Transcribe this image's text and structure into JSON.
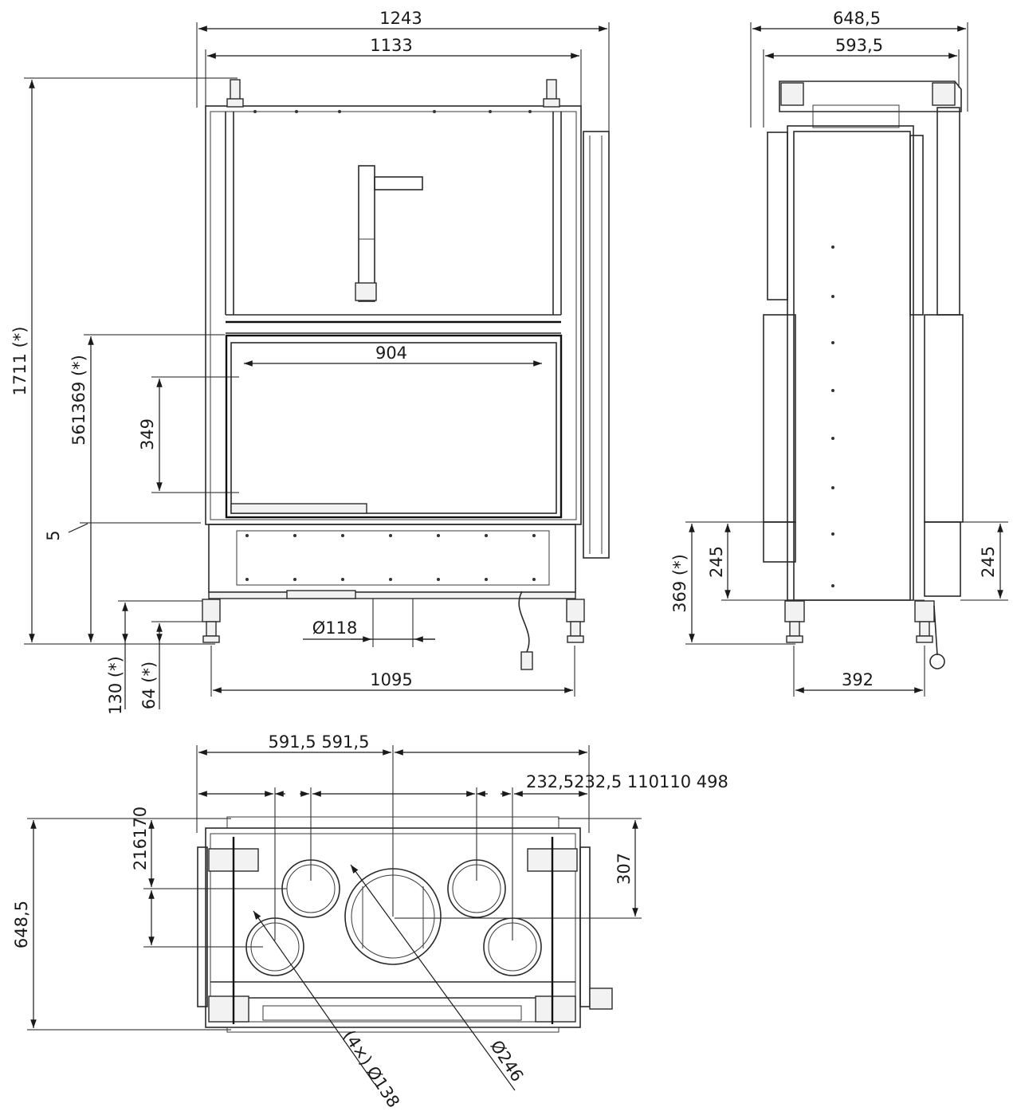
{
  "front_view": {
    "overall_width": "1243",
    "inner_width": "1133",
    "glass_width": "904",
    "base_width": "1095",
    "flue_diameter": "Ø118",
    "total_height": "1711 (*)",
    "firebox_height": "561369 (*)",
    "glass_height": "349",
    "step": "5",
    "leg_height": "130 (*)",
    "foot_height": "64 (*)"
  },
  "side_view": {
    "overall_depth": "648,5",
    "inner_depth": "593,5",
    "base_depth": "392",
    "lower_height_left": "369 (*)",
    "lower_height_a": "245",
    "lower_height_b": "245"
  },
  "top_view": {
    "half_widths": "591,5 591,5",
    "hole_offsets": "232,5232,5 110110 498",
    "depth": "648,5",
    "hole_rows": "216170",
    "center_depth": "307",
    "small_holes": "(4×) Ø138",
    "large_hole": "Ø246"
  }
}
